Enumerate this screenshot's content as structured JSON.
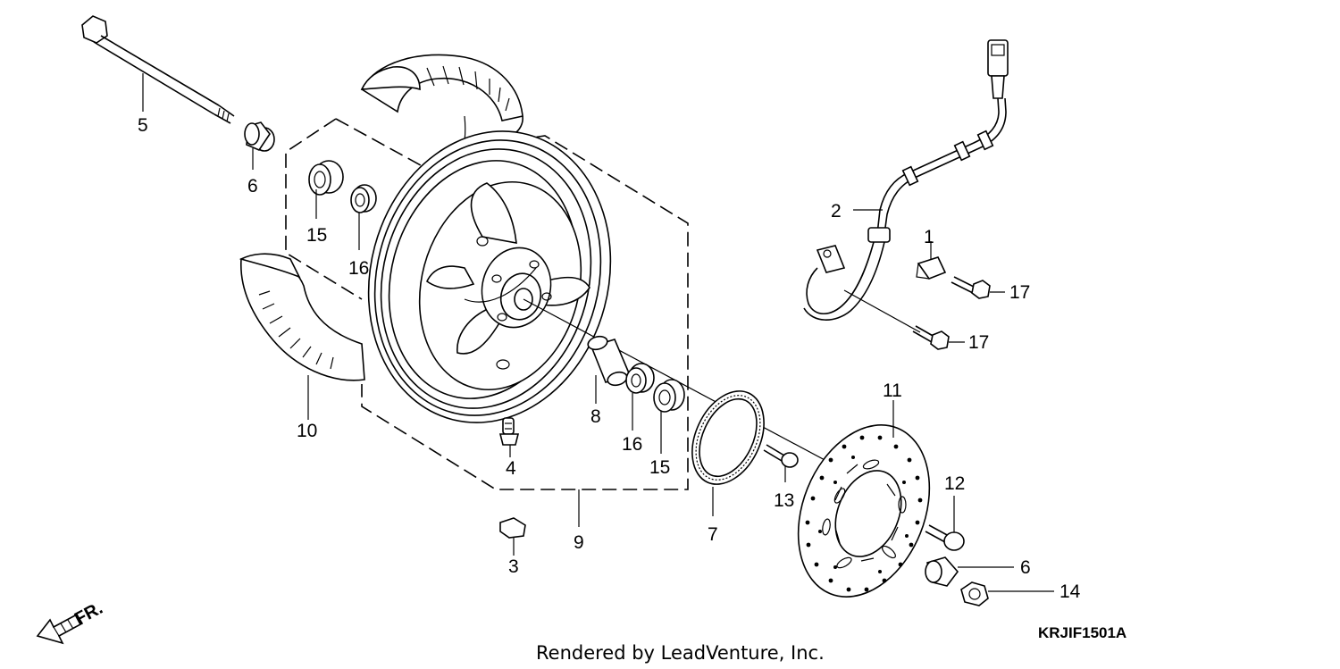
{
  "callouts": {
    "c1": "1",
    "c2": "2",
    "c3": "3",
    "c4": "4",
    "c5": "5",
    "c6a": "6",
    "c6b": "6",
    "c7": "7",
    "c8": "8",
    "c9": "9",
    "c10": "10",
    "c11": "11",
    "c12": "12",
    "c13": "13",
    "c14": "14",
    "c15a": "15",
    "c15b": "15",
    "c16a": "16",
    "c16b": "16",
    "c17a": "17",
    "c17b": "17"
  },
  "direction_label": "FR.",
  "diagram_code": "KRJIF1501A",
  "credit": "Rendered by LeadVenture, Inc."
}
